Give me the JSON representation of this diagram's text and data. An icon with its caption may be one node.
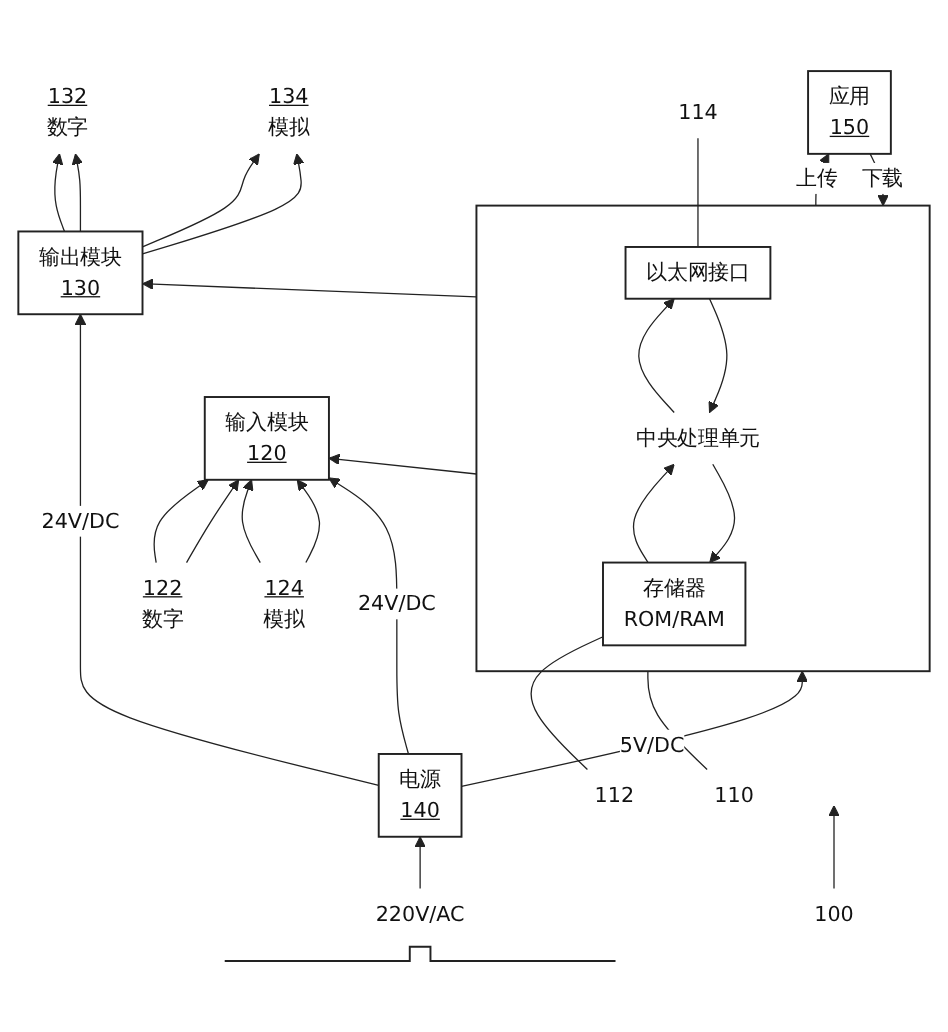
{
  "diagram": {
    "nodes": [
      {
        "text": [
          "应用",
          "150"
        ]
      },
      {
        "text": [
          "100"
        ]
      },
      {
        "text": [
          "122",
          "数字"
        ]
      },
      {
        "text": [
          "输入模块",
          "120"
        ]
      },
      {
        "text": [],
        "shape": "box"
      },
      {
        "text": [
          "以太网接口"
        ],
        "in": 4
      },
      {
        "text": [
          "114"
        ]
      },
      {
        "text": [
          "中央处理单元"
        ],
        "in": 4
      },
      {
        "text": [
          "存储器",
          "ROM/RAM"
        ],
        "in": 4
      },
      {
        "text": [
          "112"
        ]
      },
      {
        "text": [
          "110"
        ]
      },
      {
        "text": [
          "124",
          "模拟"
        ]
      },
      {
        "text": [
          "输出模块",
          "130"
        ]
      },
      {
        "text": [
          "132",
          "数字"
        ]
      },
      {
        "text": [
          "134",
          "模拟"
        ]
      },
      {
        "text": [
          "电源",
          "140"
        ]
      },
      {
        "text": [
          "220V/AC"
        ]
      }
    ],
    "edges": [
      {
        "from": 4,
        "to": 0,
        "arrow": "to",
        "label": "上传"
      },
      {
        "from": 0,
        "to": 4,
        "arrow": "to",
        "label": "下载"
      },
      {
        "from": 1,
        "to": null,
        "arrow": "to"
      },
      {
        "from": 2,
        "to": 3,
        "arrow": "to"
      },
      {
        "from": 2,
        "to": 3,
        "arrow": "to"
      },
      {
        "from": 12,
        "to": 13,
        "arrow": "to"
      },
      {
        "from": 12,
        "to": 13,
        "arrow": "to"
      },
      {
        "from": 5,
        "to": 6,
        "arrow": "none"
      },
      {
        "from": 7,
        "to": 5,
        "arrow": "to"
      },
      {
        "from": 5,
        "to": 7,
        "arrow": "to"
      },
      {
        "from": 4,
        "to": 3,
        "arrow": "to"
      },
      {
        "from": 4,
        "to": 12,
        "arrow": "to"
      },
      {
        "from": 7,
        "to": 8,
        "arrow": "to"
      },
      {
        "from": 8,
        "to": 7,
        "arrow": "to"
      },
      {
        "from": 9,
        "to": 8,
        "arrow": "none"
      },
      {
        "from": 11,
        "to": 3,
        "arrow": "to"
      },
      {
        "from": 11,
        "to": 3,
        "arrow": "to"
      },
      {
        "from": 12,
        "to": 14,
        "arrow": "to"
      },
      {
        "from": 12,
        "to": 14,
        "arrow": "to"
      },
      {
        "from": 10,
        "to": 4,
        "arrow": "none"
      },
      {
        "from": 15,
        "to": 3,
        "arrow": "to",
        "label": "24V/DC"
      },
      {
        "from": 15,
        "to": 4,
        "arrow": "to",
        "label": "5V/DC"
      },
      {
        "from": 15,
        "to": 12,
        "arrow": "to",
        "label": "24V/DC"
      },
      {
        "from": 16,
        "to": 15,
        "arrow": "to"
      }
    ]
  }
}
